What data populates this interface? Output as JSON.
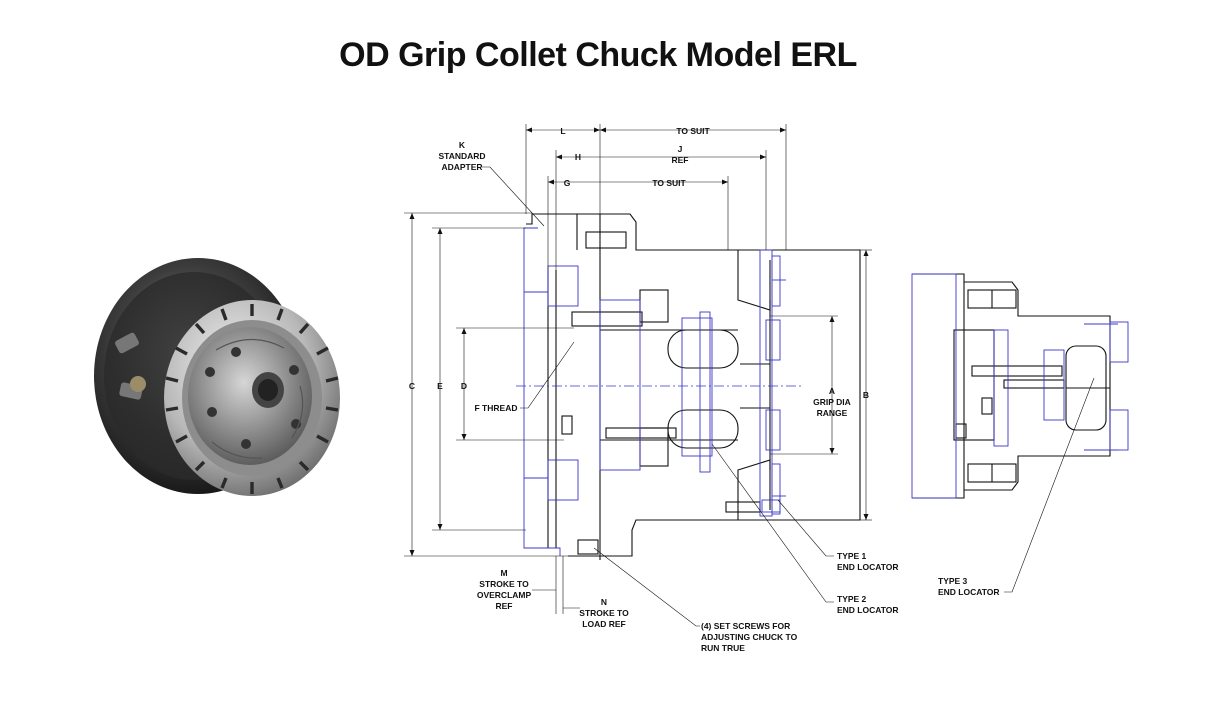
{
  "title": "OD Grip Collet Chuck Model ERL",
  "colors": {
    "outline": "#111111",
    "hidden_lines": "#3a37c8",
    "background": "#ffffff"
  },
  "photo": {
    "icon": "collet-chuck-photo"
  },
  "dimensions": {
    "L": "L",
    "to_suit_top": "TO SUIT",
    "H": "H",
    "J": "J",
    "J_ref": "REF",
    "G": "G",
    "to_suit_mid": "TO SUIT",
    "C": "C",
    "E": "E",
    "D": "D",
    "B": "B",
    "A": "A"
  },
  "labels": {
    "k_line1": "K",
    "k_line2": "STANDARD",
    "k_line3": "ADAPTER",
    "f_thread": "F THREAD",
    "grip_line1": "GRIP DIA",
    "grip_line2": "RANGE",
    "m_line1": "M",
    "m_line2": "STROKE TO",
    "m_line3": "OVERCLAMP",
    "m_line4": "REF",
    "n_line1": "N",
    "n_line2": "STROKE TO",
    "n_line3": "LOAD REF",
    "screws_line1": "(4) SET SCREWS FOR",
    "screws_line2": "ADJUSTING CHUCK TO",
    "screws_line3": "RUN TRUE",
    "type1_line1": "TYPE 1",
    "type1_line2": "END LOCATOR",
    "type2_line1": "TYPE 2",
    "type2_line2": "END LOCATOR",
    "type3_line1": "TYPE 3",
    "type3_line2": "END LOCATOR"
  }
}
